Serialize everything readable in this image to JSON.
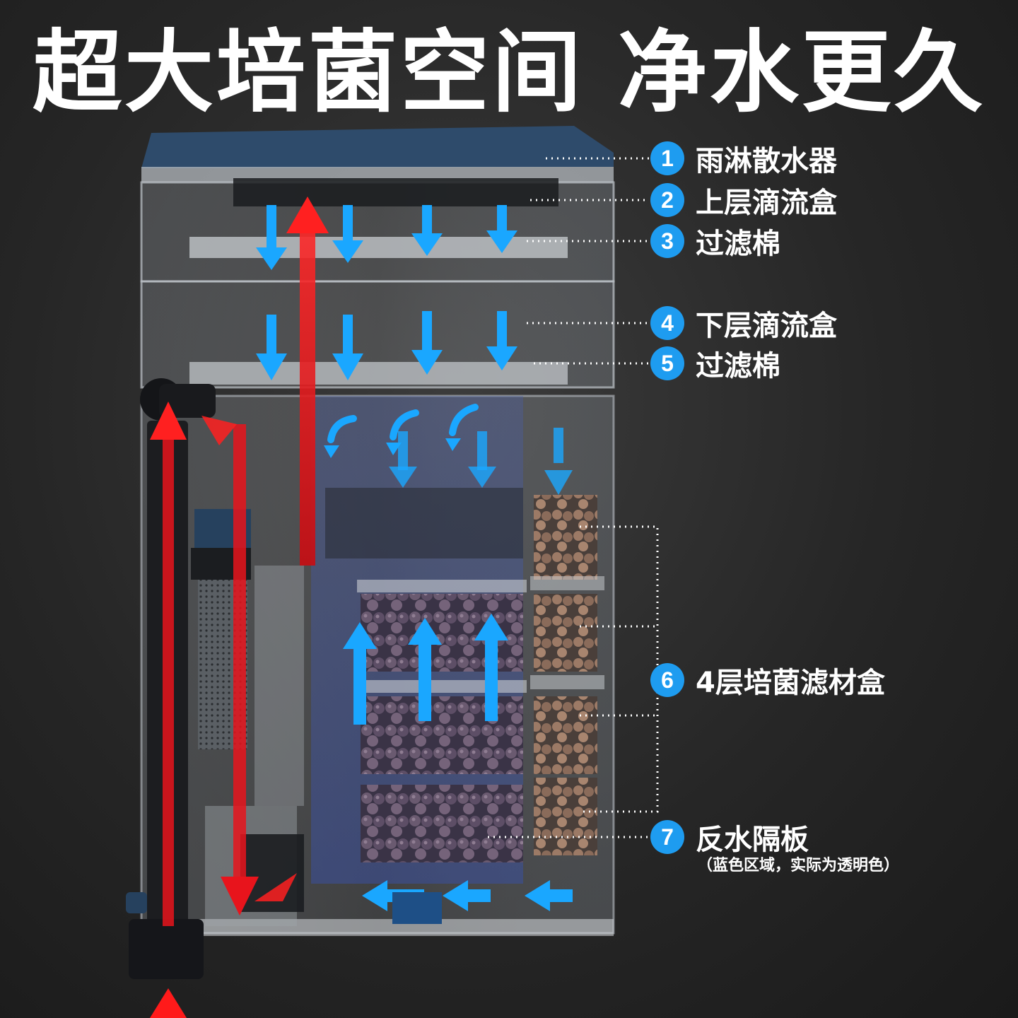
{
  "headline": "超大培菌空间 净水更久",
  "colors": {
    "accent_blue": "#1e9cf0",
    "flow_blue": "#1aa7ff",
    "flow_red": "#e8141c",
    "lid_blue": "#2e4b6b",
    "background": "#262626"
  },
  "callouts": [
    {
      "number": "1",
      "label": "雨淋散水器"
    },
    {
      "number": "2",
      "label": "上层滴流盒"
    },
    {
      "number": "3",
      "label": "过滤棉"
    },
    {
      "number": "4",
      "label": "下层滴流盒"
    },
    {
      "number": "5",
      "label": "过滤棉"
    },
    {
      "number": "6",
      "label": "4层培菌滤材盒"
    },
    {
      "number": "7",
      "label": "反水隔板",
      "note": "（蓝色区域，实际为透明色）"
    }
  ]
}
